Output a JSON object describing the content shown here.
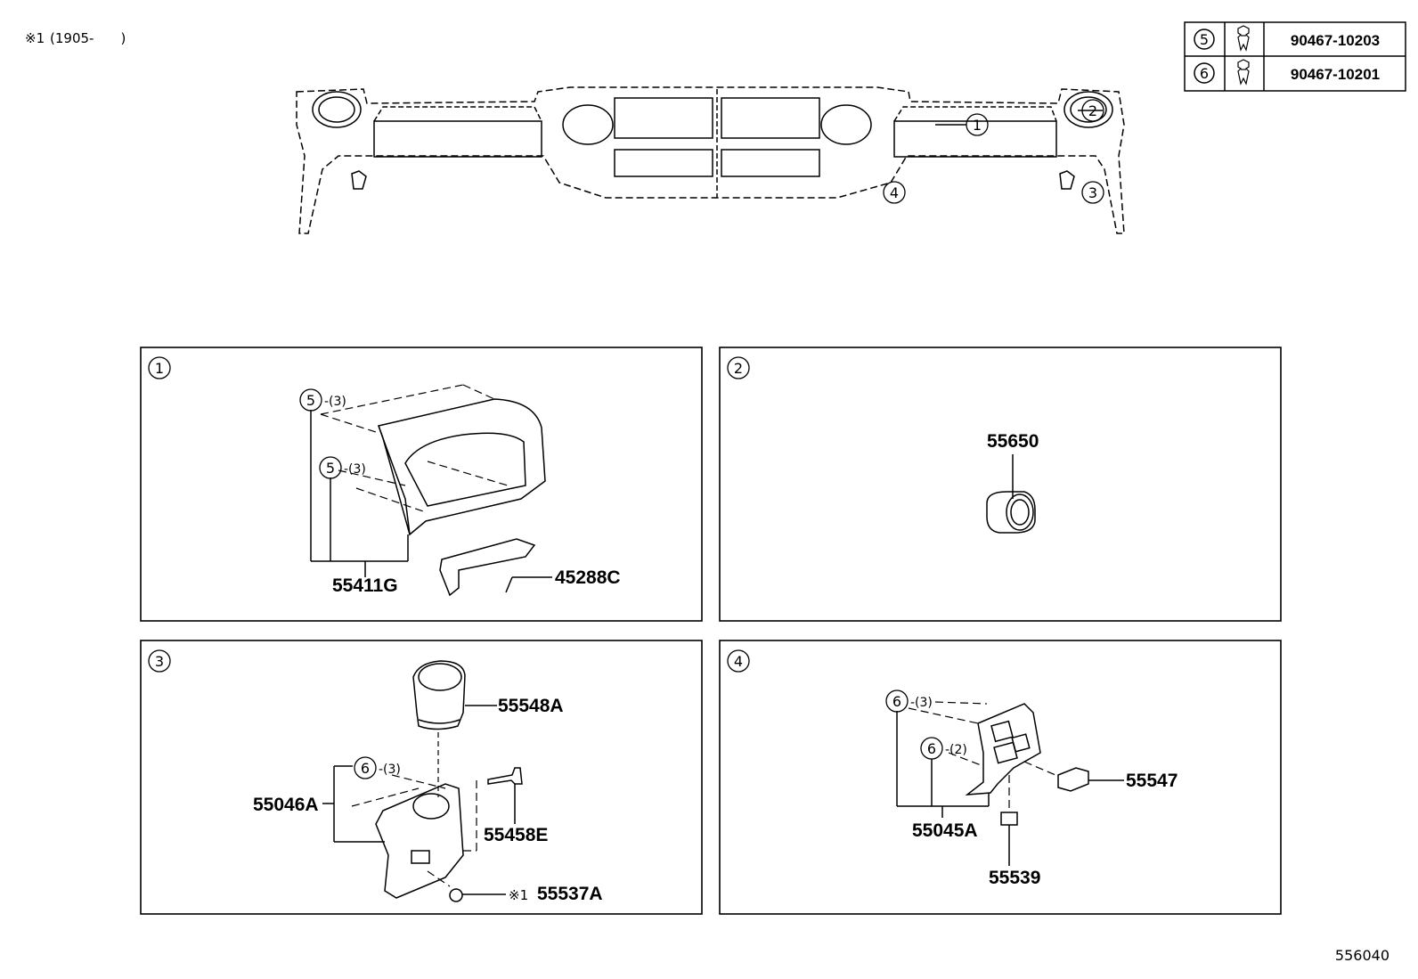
{
  "note": {
    "marker": "※1",
    "text": "(1905-　　)"
  },
  "table": {
    "rows": [
      {
        "callout": "5",
        "icon": "clip-icon",
        "part_number": "90467-10203"
      },
      {
        "callout": "6",
        "icon": "clip-icon",
        "part_number": "90467-10201"
      }
    ]
  },
  "overview": {
    "callouts": [
      "1",
      "2",
      "3",
      "4"
    ]
  },
  "panels": [
    {
      "id": "1",
      "parts": [
        {
          "number": "55411G"
        },
        {
          "number": "45288C"
        }
      ],
      "clip_refs": [
        {
          "callout": "5",
          "qty": "-(3)"
        },
        {
          "callout": "5",
          "qty": "-(3)"
        }
      ]
    },
    {
      "id": "2",
      "parts": [
        {
          "number": "55650"
        }
      ]
    },
    {
      "id": "3",
      "parts": [
        {
          "number": "55548A"
        },
        {
          "number": "55046A"
        },
        {
          "number": "55458E"
        },
        {
          "number": "55537A",
          "marker": "※1"
        }
      ],
      "clip_refs": [
        {
          "callout": "6",
          "qty": "-(3)"
        }
      ]
    },
    {
      "id": "4",
      "parts": [
        {
          "number": "55547"
        },
        {
          "number": "55045A"
        },
        {
          "number": "55539"
        }
      ],
      "clip_refs": [
        {
          "callout": "6",
          "qty": "-(3)"
        },
        {
          "callout": "6",
          "qty": "-(2)"
        }
      ]
    }
  ],
  "diagram_ref": "556040"
}
